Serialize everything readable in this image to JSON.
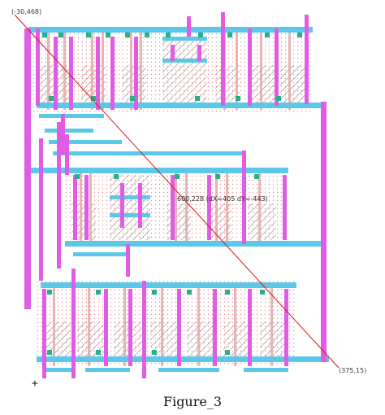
{
  "labels": {
    "start_point": "(-30,468)",
    "end_point": "(375,15)",
    "measure": "600,228 (dX=405 dY=-443)"
  },
  "caption": "Figure_3",
  "origin_marker": "+",
  "colors": {
    "metal1": "#5bc8e8",
    "metal2": "#e05ce6",
    "contact": "#27b08a",
    "poly": "#d9a0a0",
    "hatch": "#9a8080",
    "diffusion_dots": "#cc4444",
    "ruler": "#e01010"
  }
}
